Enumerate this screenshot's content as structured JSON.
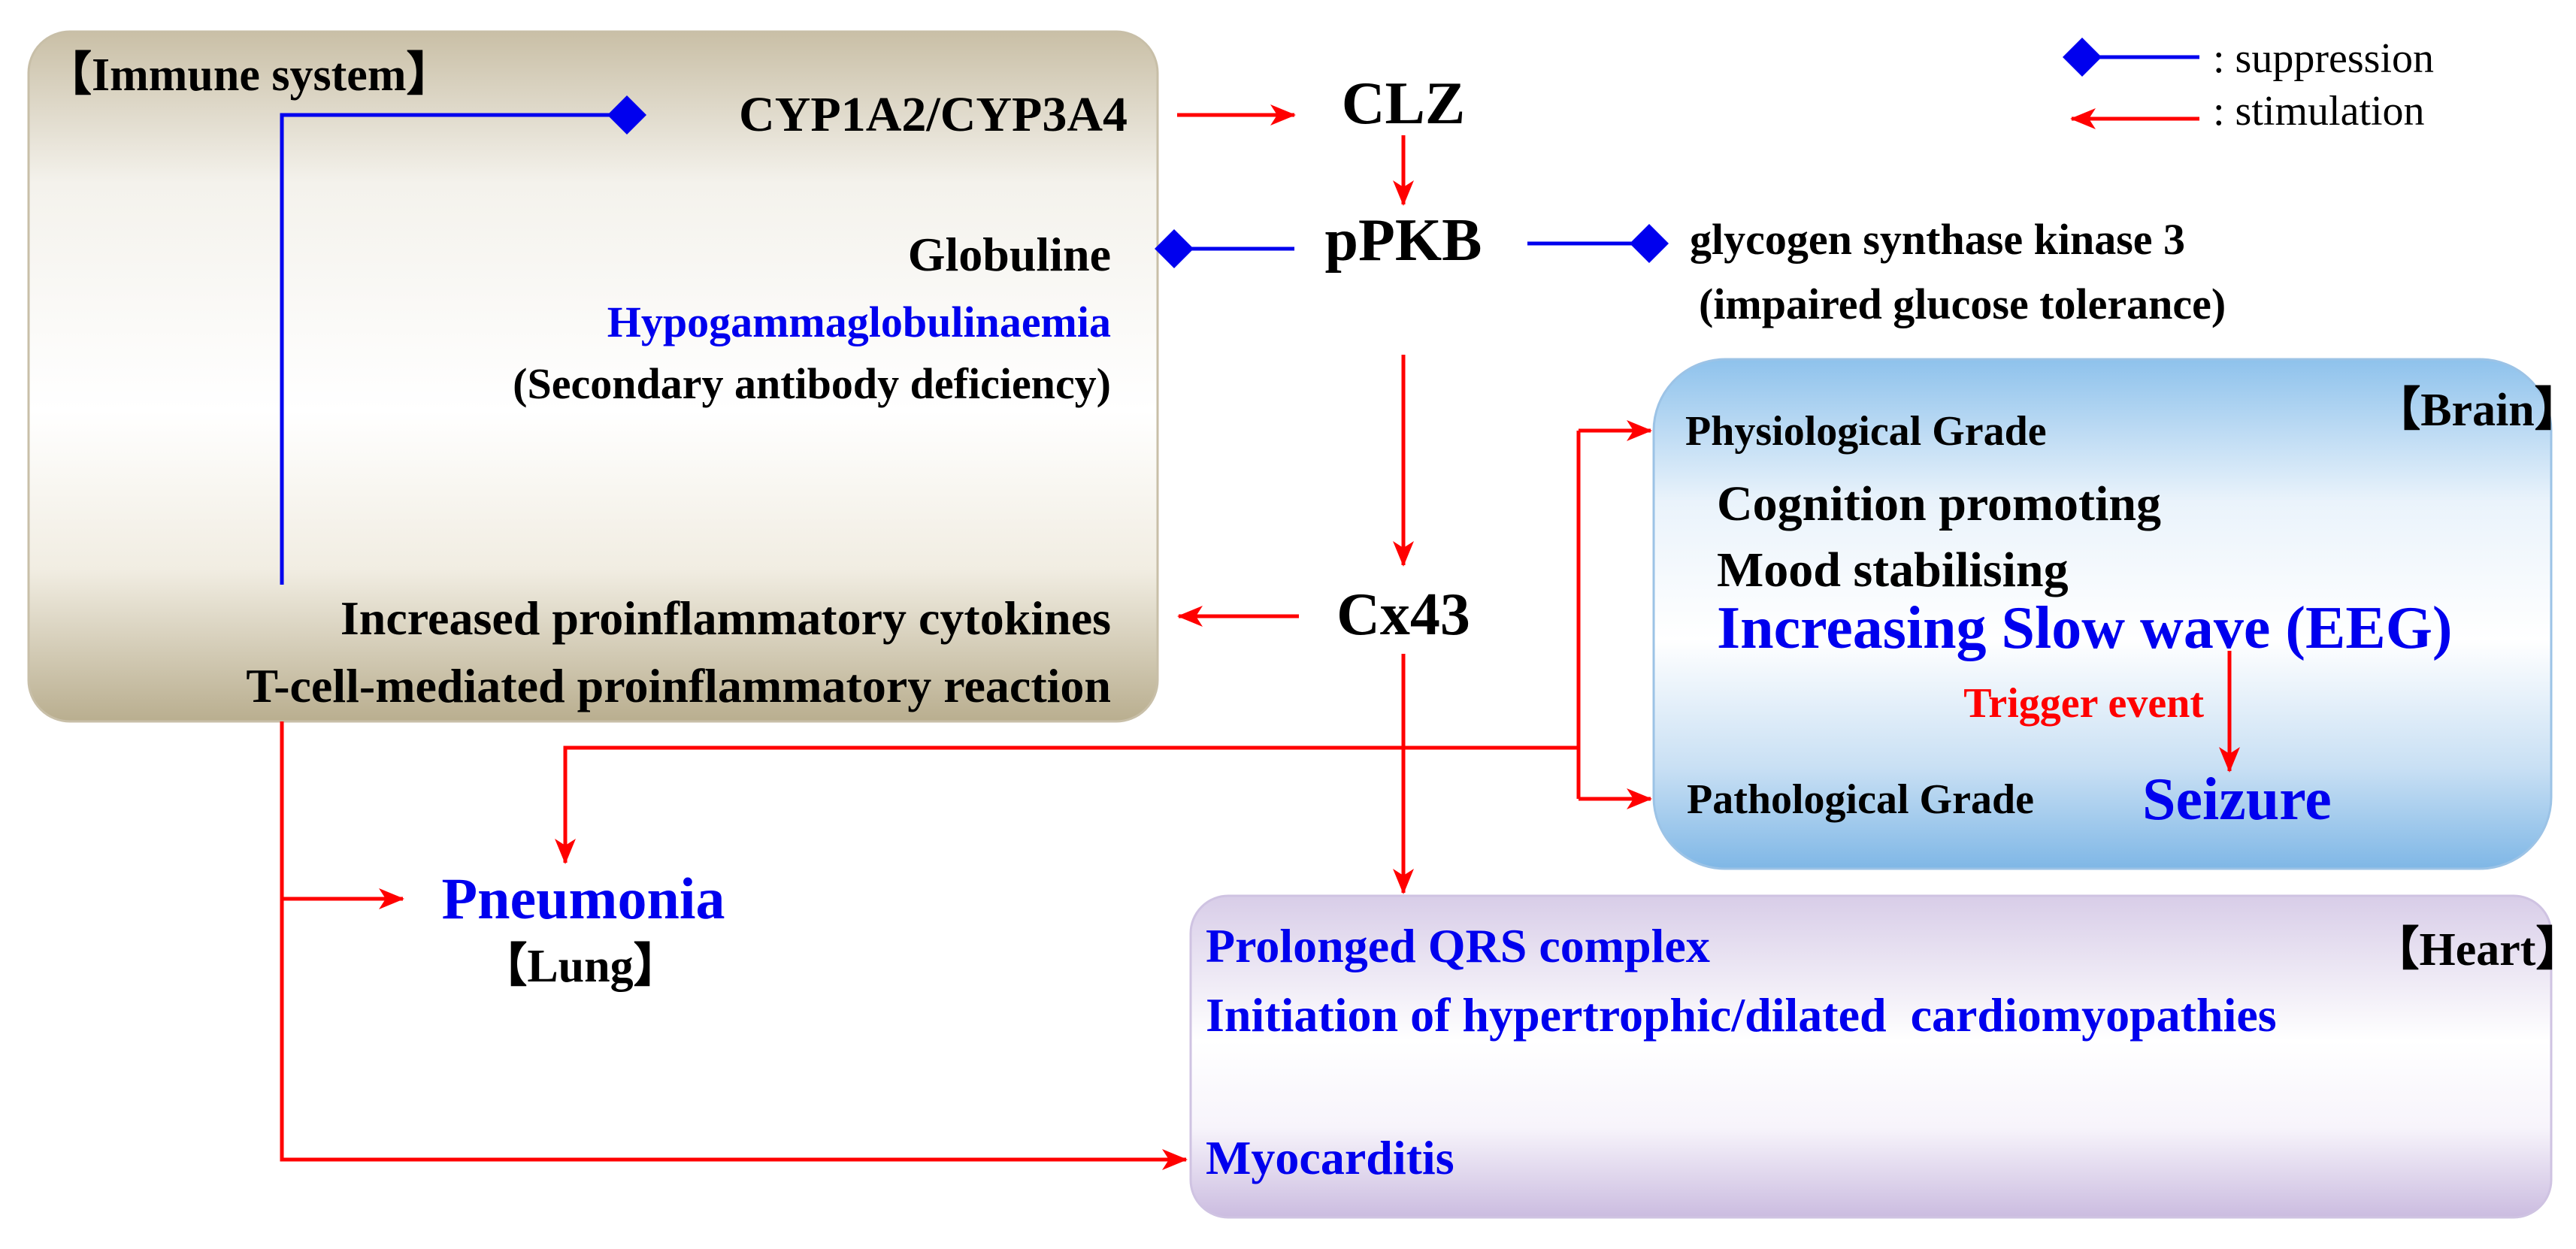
{
  "colors": {
    "suppression": "#0000ee",
    "stimulation": "#ff0000",
    "text_dark": "#000000",
    "text_blue": "#0000ee",
    "text_red": "#ff0000"
  },
  "legend": {
    "suppression": ": suppression",
    "stimulation": ": stimulation"
  },
  "immune": {
    "title": "【Immune system】",
    "cyp": "CYP1A2/CYP3A4",
    "globuline": "Globuline",
    "hypogamma": "Hypogammaglobulinaemia",
    "secondary": "(Secondary antibody deficiency)",
    "cytokines": "Increased proinflammatory cytokines",
    "tcell": "T-cell-mediated proinflammatory reaction"
  },
  "center": {
    "clz": "CLZ",
    "ppkb": "pPKB",
    "cx43": "Cx43"
  },
  "gsk": {
    "line1": "glycogen synthase kinase 3",
    "line2": "(impaired glucose tolerance)"
  },
  "brain": {
    "title": "【Brain】",
    "physiological": "Physiological Grade",
    "cognition": "Cognition promoting",
    "mood": "Mood stabilising",
    "slow_wave": "Increasing Slow wave (EEG)",
    "trigger": "Trigger event",
    "pathological": "Pathological Grade",
    "seizure": "Seizure"
  },
  "lung": {
    "pneumonia": "Pneumonia",
    "title": "【Lung】"
  },
  "heart": {
    "title": "【Heart】",
    "qrs": "Prolonged QRS complex",
    "cardiomyopathy": "Initiation of hypertrophic/dilated  cardiomyopathies",
    "myocarditis": "Myocarditis"
  }
}
